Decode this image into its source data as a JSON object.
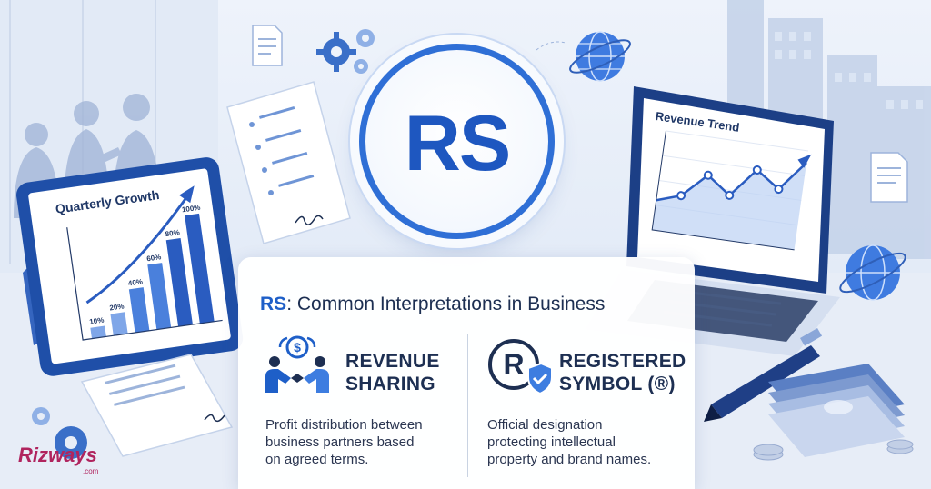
{
  "badge": {
    "text": "RS"
  },
  "panel": {
    "title_prefix": "RS",
    "title_rest": ": Common Interpretations in Business",
    "left": {
      "head_line1": "REVENUE",
      "head_line2": "SHARING",
      "icon": "handshake-dollar-icon",
      "desc_line1": "Profit distribution between",
      "desc_line2": "business partners based",
      "desc_line3": "on agreed terms."
    },
    "right": {
      "head_line1": "REGISTERED",
      "head_line2": "SYMBOL (®)",
      "icon": "registered-shield-icon",
      "desc_line1": "Official designation",
      "desc_line2": "protecting intellectual",
      "desc_line3": "property and brand names."
    }
  },
  "tablet": {
    "title": "Quarterly Growth",
    "bars": [
      {
        "label": "10%",
        "value": 10
      },
      {
        "label": "20%",
        "value": 20
      },
      {
        "label": "40%",
        "value": 40
      },
      {
        "label": "60%",
        "value": 60
      },
      {
        "label": "80%",
        "value": 80
      },
      {
        "label": "100%",
        "value": 100
      }
    ]
  },
  "laptop": {
    "title": "Revenue Trend",
    "trend": [
      30,
      38,
      62,
      45,
      74,
      58,
      88
    ]
  },
  "logo": {
    "name": "Rizways",
    "sub": ".com"
  },
  "colors": {
    "primary": "#1e5fc8",
    "dark": "#1d2f52",
    "logo": "#b0245e"
  }
}
